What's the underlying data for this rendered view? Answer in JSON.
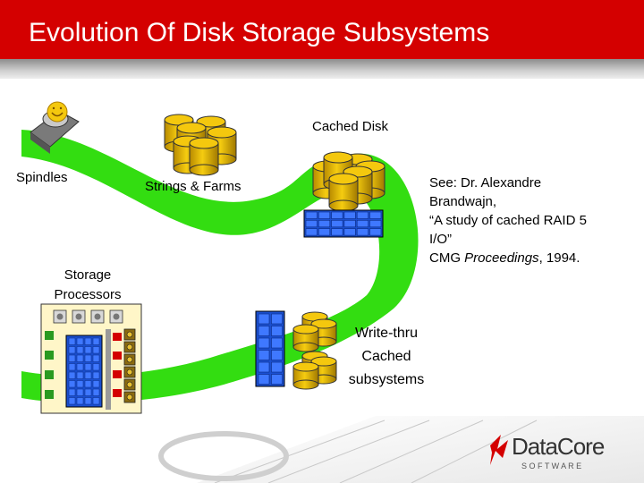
{
  "slide": {
    "title": "Evolution Of Disk Storage Subsystems"
  },
  "labels": {
    "spindles": "Spindles",
    "strings_farms": "Strings & Farms",
    "cached_disk": "Cached Disk",
    "storage_processors_line1": "Storage",
    "storage_processors_line2": "Processors",
    "write_thru_line1": "Write-thru",
    "write_thru_line2": "Cached",
    "write_thru_line3": "subsystems"
  },
  "reference": {
    "line1": "See: Dr. Alexandre",
    "line2": "Brandwajn,",
    "line3": "“A study of cached RAID 5",
    "line4": "I/O”",
    "line5_prefix": "CMG ",
    "line5_italic": "Proceedings",
    "line5_suffix": ", 1994."
  },
  "logo": {
    "name": "DataCore",
    "tagline": "S O F T W A R E"
  },
  "colors": {
    "header": "#d40000",
    "arc": "#33dd11",
    "disk": "#e8b800",
    "array": "#1a4fd0"
  }
}
